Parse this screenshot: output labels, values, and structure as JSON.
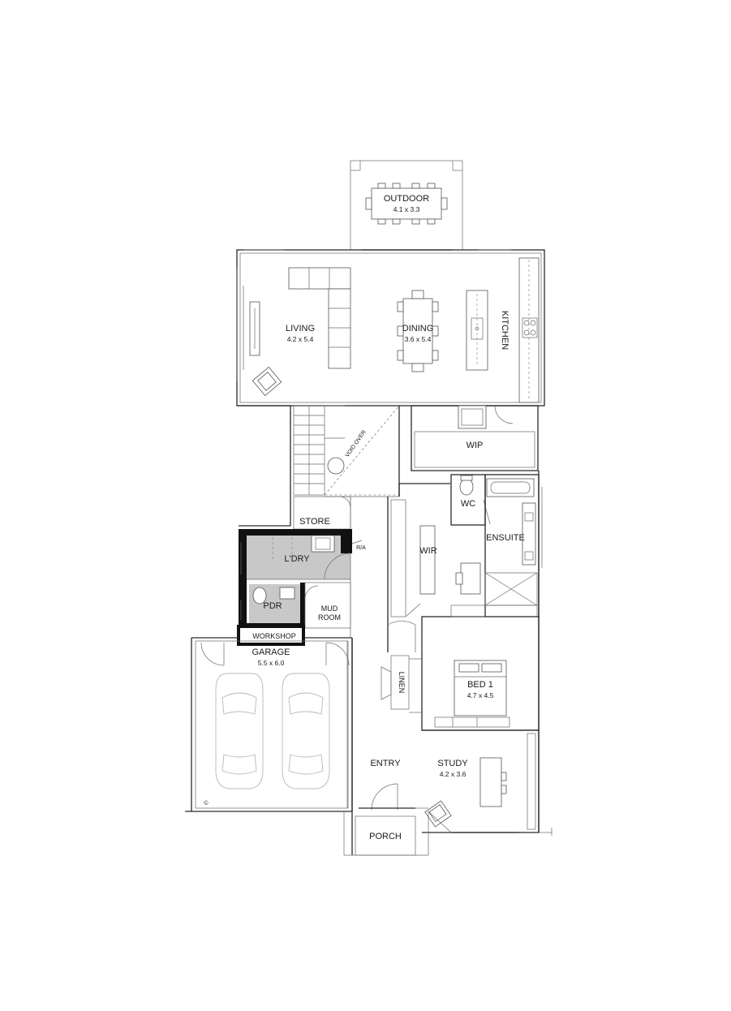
{
  "rooms": {
    "outdoor": {
      "label": "OUTDOOR",
      "dims": "4.1 x 3.3"
    },
    "living": {
      "label": "LIVING",
      "dims": "4.2 x 5.4"
    },
    "dining": {
      "label": "DINING",
      "dims": "3.6 x 5.4"
    },
    "kitchen": {
      "label": "KITCHEN"
    },
    "void": {
      "label": "VOID OVER"
    },
    "wip": {
      "label": "WIP"
    },
    "store": {
      "label": "STORE"
    },
    "wc": {
      "label": "WC"
    },
    "ensuite": {
      "label": "ENSUITE"
    },
    "laundry": {
      "label": "L'DRY"
    },
    "ra": {
      "label": "R/A"
    },
    "wir": {
      "label": "WIR"
    },
    "pdr": {
      "label": "PDR"
    },
    "mud": {
      "line1": "MUD",
      "line2": "ROOM"
    },
    "workshop": {
      "label": "WORKSHOP"
    },
    "garage": {
      "label": "GARAGE",
      "dims": "5.5 x 6.0"
    },
    "linen": {
      "label": "LINEN"
    },
    "bed1": {
      "label": "BED 1",
      "dims": "4.7 x 4.5"
    },
    "entry": {
      "label": "ENTRY"
    },
    "study": {
      "label": "STUDY",
      "dims": "4.2 x 3.6"
    },
    "porch": {
      "label": "PORCH"
    }
  },
  "copyright": "©",
  "colors": {
    "wet_area": "#c8c8c8",
    "walls": "#2a2a2a",
    "solid": "#111111"
  }
}
